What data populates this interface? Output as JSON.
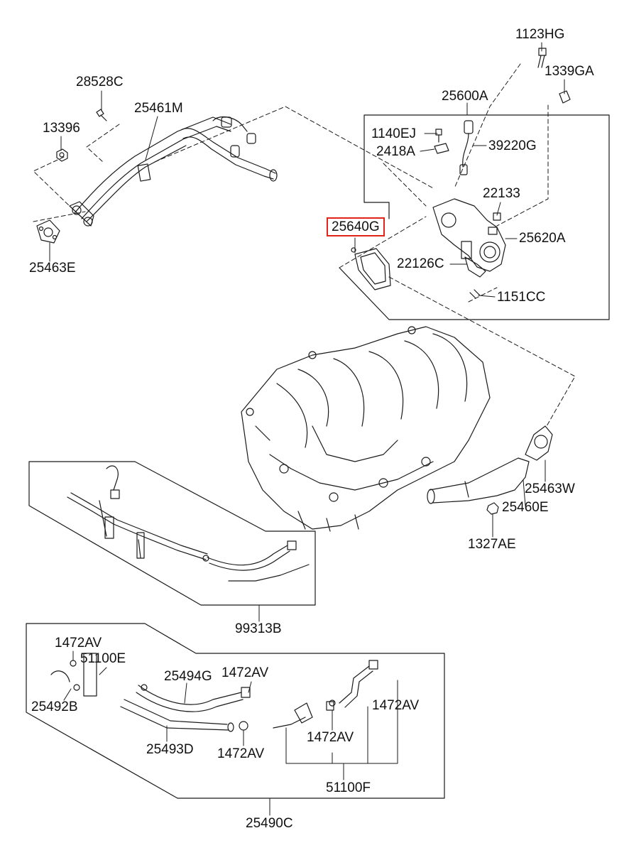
{
  "highlight_color": "#e2231a",
  "part_labels": {
    "p1123HG": "1123HG",
    "p1339GA": "1339GA",
    "p28528C": "28528C",
    "p25461M": "25461M",
    "p25600A": "25600A",
    "p13396": "13396",
    "p1140EJ": "1140EJ",
    "p39220G": "39220G",
    "p2418A": "2418A",
    "p22133": "22133",
    "p25640G": "25640G",
    "p25620A": "25620A",
    "p25463E": "25463E",
    "p22126C": "22126C",
    "p1151CC": "1151CC",
    "p25463W": "25463W",
    "p25460E": "25460E",
    "p1327AE": "1327AE",
    "p99313B": "99313B",
    "p1472AV_a": "1472AV",
    "p51100E": "51100E",
    "p25494G": "25494G",
    "p1472AV_b": "1472AV",
    "p25492B": "25492B",
    "p1472AV_c": "1472AV",
    "p1472AV_d": "1472AV",
    "p25493D": "25493D",
    "p1472AV_e": "1472AV",
    "p51100F": "51100F",
    "p25490C": "25490C"
  }
}
